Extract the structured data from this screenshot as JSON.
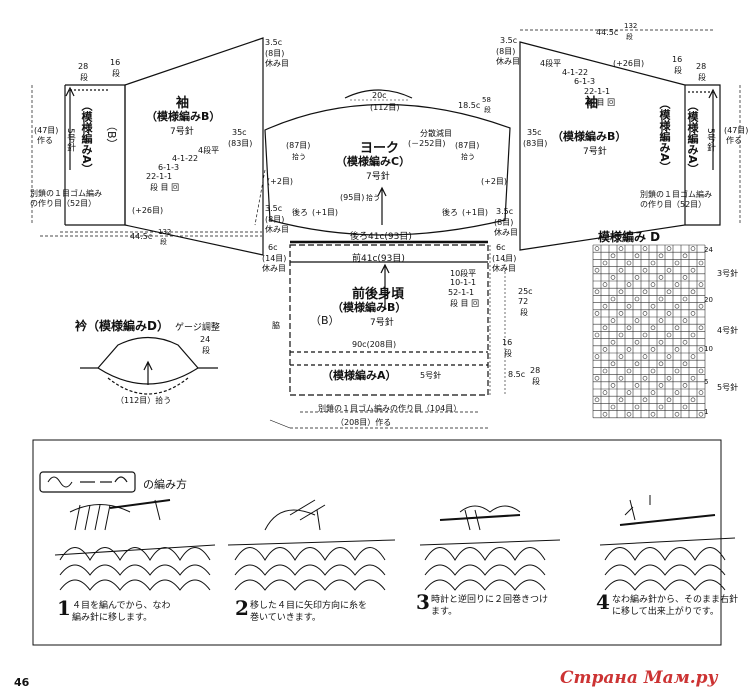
{
  "sleeve_left": {
    "title": "袖",
    "pattern": "（模様編みB）",
    "needle": "7号針",
    "cuff_pattern": "（模様編みA）",
    "cuff_needle": "5号針",
    "cuff_mark": "（B）",
    "top_cast": "3.5c",
    "top_cast_rows": "(8目)",
    "top_rest": "休み目",
    "bottom_cast": "3.5c",
    "bottom_cast_rows": "(8目)",
    "bottom_rest": "休み目",
    "width_left": "28",
    "width_left_unit": "段",
    "top_inc": "16",
    "top_inc_unit": "段",
    "length": "44.5c",
    "length_rows": "132",
    "length_unit": "段",
    "side": "35c",
    "side_rows": "(83目)",
    "cuff_side": "(47目)",
    "cuff_side2": "作る",
    "inc_rule": [
      "4段平",
      "4-1-22",
      "6-1-3",
      "22-1-1",
      "段 目 回"
    ],
    "plus": "(+26目)",
    "caption": "別鎖の１目ゴム編み\nの作り目（52目）"
  },
  "sleeve_right": {
    "title": "袖",
    "pattern": "（模様編みB）",
    "needle": "7号針",
    "cuff_pattern": "（模様編みA）",
    "cuff_needle": "5号針",
    "top_cast": "3.5c",
    "top_cast_rows": "(8目)",
    "top_rest": "休み目",
    "bottom_cast": "3.5c",
    "bottom_cast_rows": "(8目)",
    "bottom_rest": "休み目",
    "length": "44.5c",
    "length_rows": "132",
    "length_unit": "段",
    "plus": "(+26目)",
    "side": "35c",
    "side_rows": "(83目)",
    "width_right": "28",
    "width_unit": "段",
    "cuff_side": "(47目)",
    "cuff_side2": "作る",
    "top_inc": "16",
    "top_inc_unit": "段",
    "inc_rule": [
      "4段平",
      "4-1-22",
      "6-1-3",
      "22-1-1",
      "段 目 回"
    ],
    "caption": "別鎖の１目ゴム編み\nの作り目（52目）"
  },
  "yoke": {
    "title": "ヨーク",
    "pattern": "（模様編みC）",
    "needle": "7号針",
    "neck": "20c",
    "neck_sts": "(112目)",
    "dec_label": "分散減目",
    "dec_count": "(－252目)",
    "depth": "18.5c",
    "depth_rows": "58",
    "depth_unit": "段",
    "left_sts": "(87目)",
    "left_pick": "拾う",
    "right_sts": "(87目)",
    "right_pick": "拾う",
    "left_plus": "(+2目)",
    "right_plus": "(+2目)",
    "back_left": "後ろ",
    "back_left_plus": "(+1目)",
    "back_right": "後ろ",
    "back_right_plus": "(+1目)",
    "front_sts": "(95目)",
    "front_pick": "拾う"
  },
  "body": {
    "title": "前後身頃",
    "pattern": "（模様編みB）",
    "needle": "7号針",
    "back_top": "後ろ41c(93目)",
    "front_top": "前41c(93目)",
    "left_cast": "6c",
    "left_cast_sts": "(14目)",
    "left_rest": "休み目",
    "right_cast": "6c",
    "right_cast_sts": "(14目)",
    "right_rest": "休み目",
    "shape_rule": [
      "10段平",
      "10-1-1",
      "52-1-1",
      "段 目 回"
    ],
    "side_label": "脇",
    "hip_mark": "（B）",
    "hip": "90c(208目)",
    "length": "25c",
    "length_rows": "72",
    "length_unit": "段",
    "rib_rows": "16",
    "rib_unit": "段",
    "rib_len": "8.5c",
    "rib_len_rows": "28",
    "rib_len_unit": "段",
    "rib_pattern": "（模様編みA）",
    "rib_needle": "5号針",
    "cast_on": "別鎖の１目ゴム編みの作り目（104目）",
    "total": "（208目）作る"
  },
  "collar": {
    "title": "衿（模様編みD）",
    "gauge": "ゲージ調整",
    "rows": "24",
    "rows_unit": "段",
    "pick": "（112目）拾う"
  },
  "pattern_d": {
    "title": "模様編み D",
    "needles": [
      "3号針",
      "4号針",
      "5号針"
    ],
    "row_numbers": [
      "24",
      "20",
      "10",
      "5",
      "1"
    ]
  },
  "instructions": {
    "title": "の編み方",
    "steps": [
      {
        "num": "1",
        "text": "４目を編んでから、なわ\n編み針に移します。"
      },
      {
        "num": "2",
        "text": "移した４目に矢印方向に糸を\n巻いていきます。"
      },
      {
        "num": "3",
        "text": "時計と逆回りに２回巻きつけ\nます。"
      },
      {
        "num": "4",
        "text": "なわ編み針から、そのまま右針\nに移して出来上がりです。"
      }
    ]
  },
  "footer": {
    "page": "46",
    "site": "Страна Мам.ру"
  }
}
